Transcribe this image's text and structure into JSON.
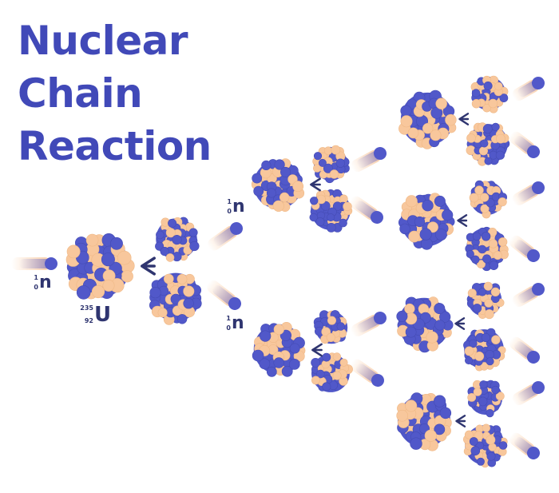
{
  "title": {
    "lines": [
      "Nuclear",
      "Chain",
      "Reaction"
    ]
  },
  "labels": {
    "neutron_left": {
      "mass": "1",
      "atomic": "0",
      "symbol": "n"
    },
    "uranium": {
      "mass": "235",
      "atomic": "92",
      "symbol": "U"
    },
    "neutron_upper": {
      "mass": "1",
      "atomic": "0",
      "symbol": "n"
    },
    "neutron_lower": {
      "mass": "1",
      "atomic": "0",
      "symbol": "n"
    }
  },
  "colors": {
    "title": "#4149b8",
    "proton": "#5158c9",
    "neutron_particle": "#f8c79c",
    "label": "#2f3570",
    "split_arrow": "#2f3570"
  },
  "icons": {
    "split": "split-arrow-icon",
    "neutron_trail": "neutron-motion-icon"
  }
}
